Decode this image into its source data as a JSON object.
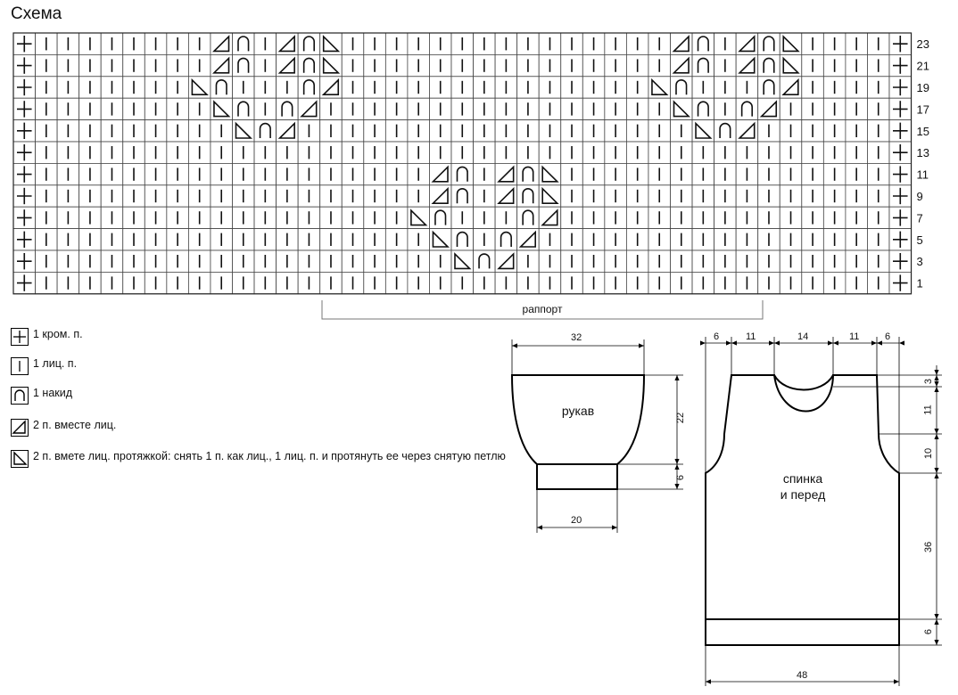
{
  "title": "Схема",
  "chart": {
    "columns": 41,
    "row_numbers": [
      "23",
      "21",
      "19",
      "17",
      "15",
      "13",
      "11",
      "9",
      "7",
      "5",
      "3",
      "1"
    ],
    "symbol_legend": {
      "e": "кромочная",
      "k": "лицевая",
      "o": "накид",
      "l": "2 вместе лицевой",
      "r": "2 вместе протяжкой"
    },
    "rows": [
      "ekkkkkkkkloklorkkkkkkkkkkkkkkkloklorkkkke",
      "ekkkkkkkkloklorkkkkkkkkkkkkkkkloklorkkkke",
      "ekkkkkkkrokkkolkkkkkkkkkkkkkkrokkkolkkkke",
      "ekkkkkkkkrokolkkkkkkkkkkkkkkkkrokolkkkkke",
      "ekkkkkkkkkrolkkkkkkkkkkkkkkkkkkrolkkkkkke",
      "ekkkkkkkkkkkkkkkkkkkkkkkkkkkkkkkkkkkkkkke",
      "ekkkkkkkkkkkkkkkkkkloklorkkkkkkkkkkkkkkke",
      "ekkkkkkkkkkkkkkkkkkloklorkkkkkkkkkkkkkkke",
      "ekkkkkkkkkkkkkkkkkrokkkolkkkkkkkkkkkkkkke",
      "ekkkkkkkkkkkkkkkkkkrokolkkkkkkkkkkkkkkkke",
      "ekkkkkkkkkkkkkkkkkkkrolkkkkkkkkkkkkkkkkke",
      "ekkkkkkkkkkkkkkkkkkkkkkkkkkkkkkkkkkkkkkke"
    ],
    "rapport_label": "раппорт"
  },
  "legend": [
    {
      "symbol": "edge-stitch",
      "text": "1 кром. п."
    },
    {
      "symbol": "knit-stitch",
      "text": "1 лиц. п."
    },
    {
      "symbol": "yarn-over",
      "text": "1 накид"
    },
    {
      "symbol": "k2tog",
      "text": "2 п. вместе лиц."
    },
    {
      "symbol": "ssk",
      "text": "2 п. вмете лиц. протяжкой: снять 1 п. как лиц., 1 лиц. п. и протянуть ее через снятую петлю"
    }
  ],
  "sleeve": {
    "label": "рукав",
    "top_width": "32",
    "height": "22",
    "cuff_height": "6",
    "bottom_width": "20"
  },
  "body": {
    "label_line1": "спинка",
    "label_line2": "и перед",
    "top_dims": [
      "6",
      "11",
      "14",
      "11",
      "6"
    ],
    "neck_depth": "3",
    "armhole_depth": "11",
    "armhole_curve": "10",
    "body_height": "36",
    "rib_height": "6",
    "width": "48"
  }
}
